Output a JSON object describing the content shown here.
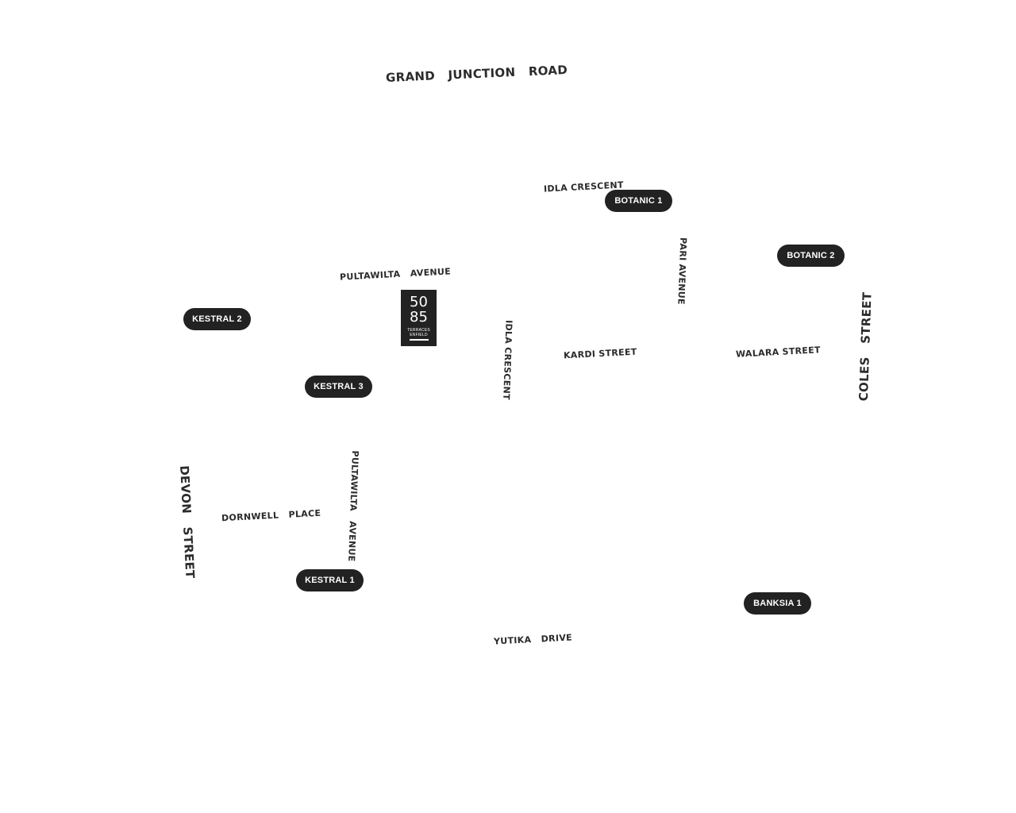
{
  "streets": {
    "grand_junction_road": "GRAND   JUNCTION   ROAD",
    "idla_crescent_top": "IDLA CRESCENT",
    "pari_avenue": "PARI AVENUE",
    "pultawilta_avenue_top": "PULTAWILTA   AVENUE",
    "idla_crescent_vertical": "IDLA CRESCENT",
    "kardi_street": "KARDI STREET",
    "walara_street": "WALARA STREET",
    "coles_street": "COLES   STREET",
    "devon_street": "DEVON   STREET",
    "dornwell_place": "DORNWELL   PLACE",
    "pultawilta_avenue_bottom": "PULTAWILTA   AVENUE",
    "yutika_drive": "YUTIKA   DRIVE"
  },
  "markers": {
    "botanic_1": "BOTANIC 1",
    "botanic_2": "BOTANIC 2",
    "kestral_2": "KESTRAL 2",
    "kestral_3": "KESTRAL 3",
    "kestral_1": "KESTRAL 1",
    "banksia_1": "BANKSIA 1"
  },
  "logo": {
    "line1": "50",
    "line2": "85",
    "line3": "TERRACES",
    "line4": "ENFIELD"
  }
}
